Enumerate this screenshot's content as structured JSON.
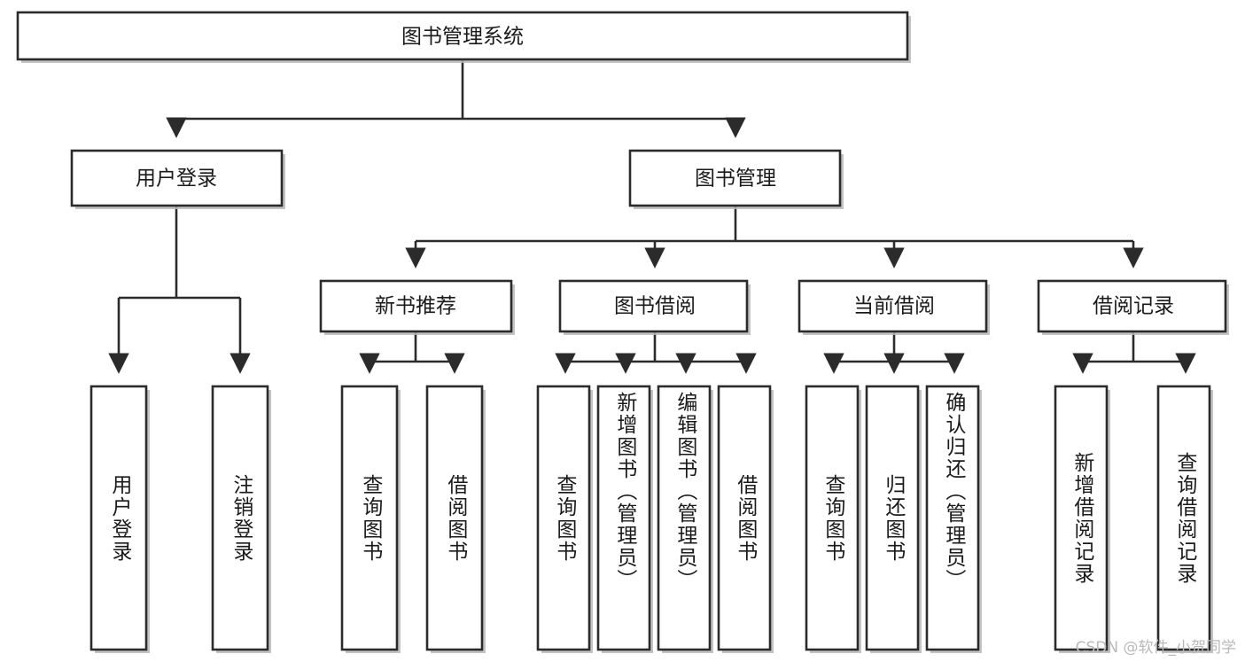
{
  "diagram": {
    "type": "tree-hierarchy",
    "title": "图书管理系统",
    "root": {
      "label": "图书管理系统"
    },
    "level2": [
      {
        "label": "用户登录"
      },
      {
        "label": "图书管理"
      }
    ],
    "level3": [
      {
        "label": "新书推荐"
      },
      {
        "label": "图书借阅"
      },
      {
        "label": "当前借阅"
      },
      {
        "label": "借阅记录"
      }
    ],
    "leaves": {
      "user_login": [
        "用户登录",
        "注销登录"
      ],
      "new_book_recommend": [
        "查询图书",
        "借阅图书"
      ],
      "book_borrow": [
        "查询图书",
        "新增图书（管理员）",
        "编辑图书（管理员）",
        "借阅图书"
      ],
      "current_borrow": [
        "查询图书",
        "归还图书",
        "确认归还（管理员）"
      ],
      "borrow_record": [
        "新增借阅记录",
        "查询借阅记录"
      ]
    }
  },
  "watermark": {
    "text": "CSDN @软件_小贺同学"
  },
  "colors": {
    "stroke": "#2b2b2b",
    "fill": "#ffffff",
    "text": "#1a1a1a",
    "watermark": "#b9b9b9"
  }
}
